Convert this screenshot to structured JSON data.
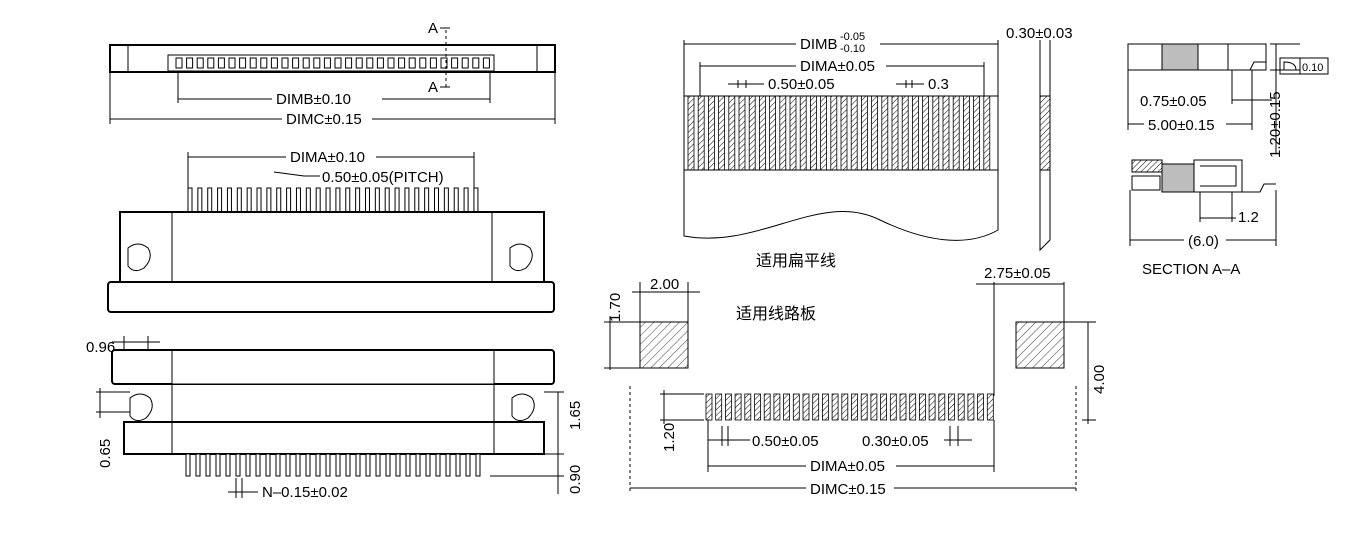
{
  "top_view": {
    "section_mark_top": "A",
    "section_mark_bottom": "A",
    "dim_inner": "DIMB±0.10",
    "dim_outer": "DIMC±0.15"
  },
  "front_view": {
    "dim_top": "DIMA±0.10",
    "dim_pitch": "0.50±0.05(PITCH)"
  },
  "bottom_view": {
    "dim_096": "0.96",
    "dim_065": "0.65",
    "dim_165": "1.65",
    "dim_090": "0.90",
    "dim_n": "N–0.15±0.02"
  },
  "fpc": {
    "dimb_label": "DIMB",
    "dimb_tol_upper": "-0.05",
    "dimb_tol_lower": "-0.10",
    "dima": "DIMA±0.05",
    "pitch": "0.50±0.05",
    "width": "0.3",
    "thickness": "0.30±0.03",
    "caption": "适用扁平线"
  },
  "pcb": {
    "caption": "适用线路板",
    "pad_w": "2.00",
    "pad_h": "1.70",
    "pad_offset": "2.75±0.05",
    "pad_span": "4.00",
    "pin_len": "1.20",
    "pitch": "0.50±0.05",
    "pin_w": "0.30±0.05",
    "dima": "DIMA±0.05",
    "dimc": "DIMC±0.15"
  },
  "section": {
    "flat": "0.10",
    "dim_075": "0.75±0.05",
    "dim_500": "5.00±0.15",
    "height": "1.20±0.15",
    "dim_12": "1.2",
    "dim_60": "(6.0)",
    "title": "SECTION A–A"
  }
}
